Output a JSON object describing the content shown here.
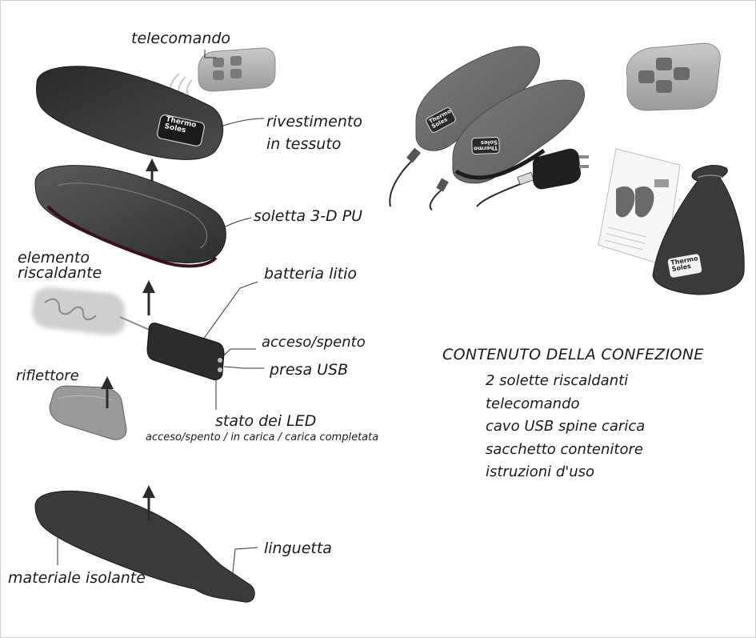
{
  "labels": {
    "remote": "telecomando",
    "fabric_1": "rivestimento",
    "fabric_2": "in tessuto",
    "pu": "soletta 3-D PU",
    "heating_1": "elemento",
    "heating_2": "riscaldante",
    "battery": "batteria litio",
    "onoff": "acceso/spento",
    "usb": "presa USB",
    "reflector": "riflettore",
    "led": "stato dei LED",
    "led_sub": "acceso/spento / in carica / carica completata",
    "tab": "linguetta",
    "insulation": "materiale isolante"
  },
  "brand": {
    "line1": "Thermo",
    "line2": "Soles"
  },
  "contents": {
    "title": "CONTENUTO DELLA CONFEZIONE",
    "items": [
      "2 solette riscaldanti",
      "telecomando",
      "cavo USB spine carica",
      "sacchetto contenitore",
      "istruzioni d'uso"
    ]
  },
  "colors": {
    "dark_layer": "#3a3a3a",
    "insole_grey": "#6e6e6e",
    "arrow": "#2b2b2b"
  }
}
